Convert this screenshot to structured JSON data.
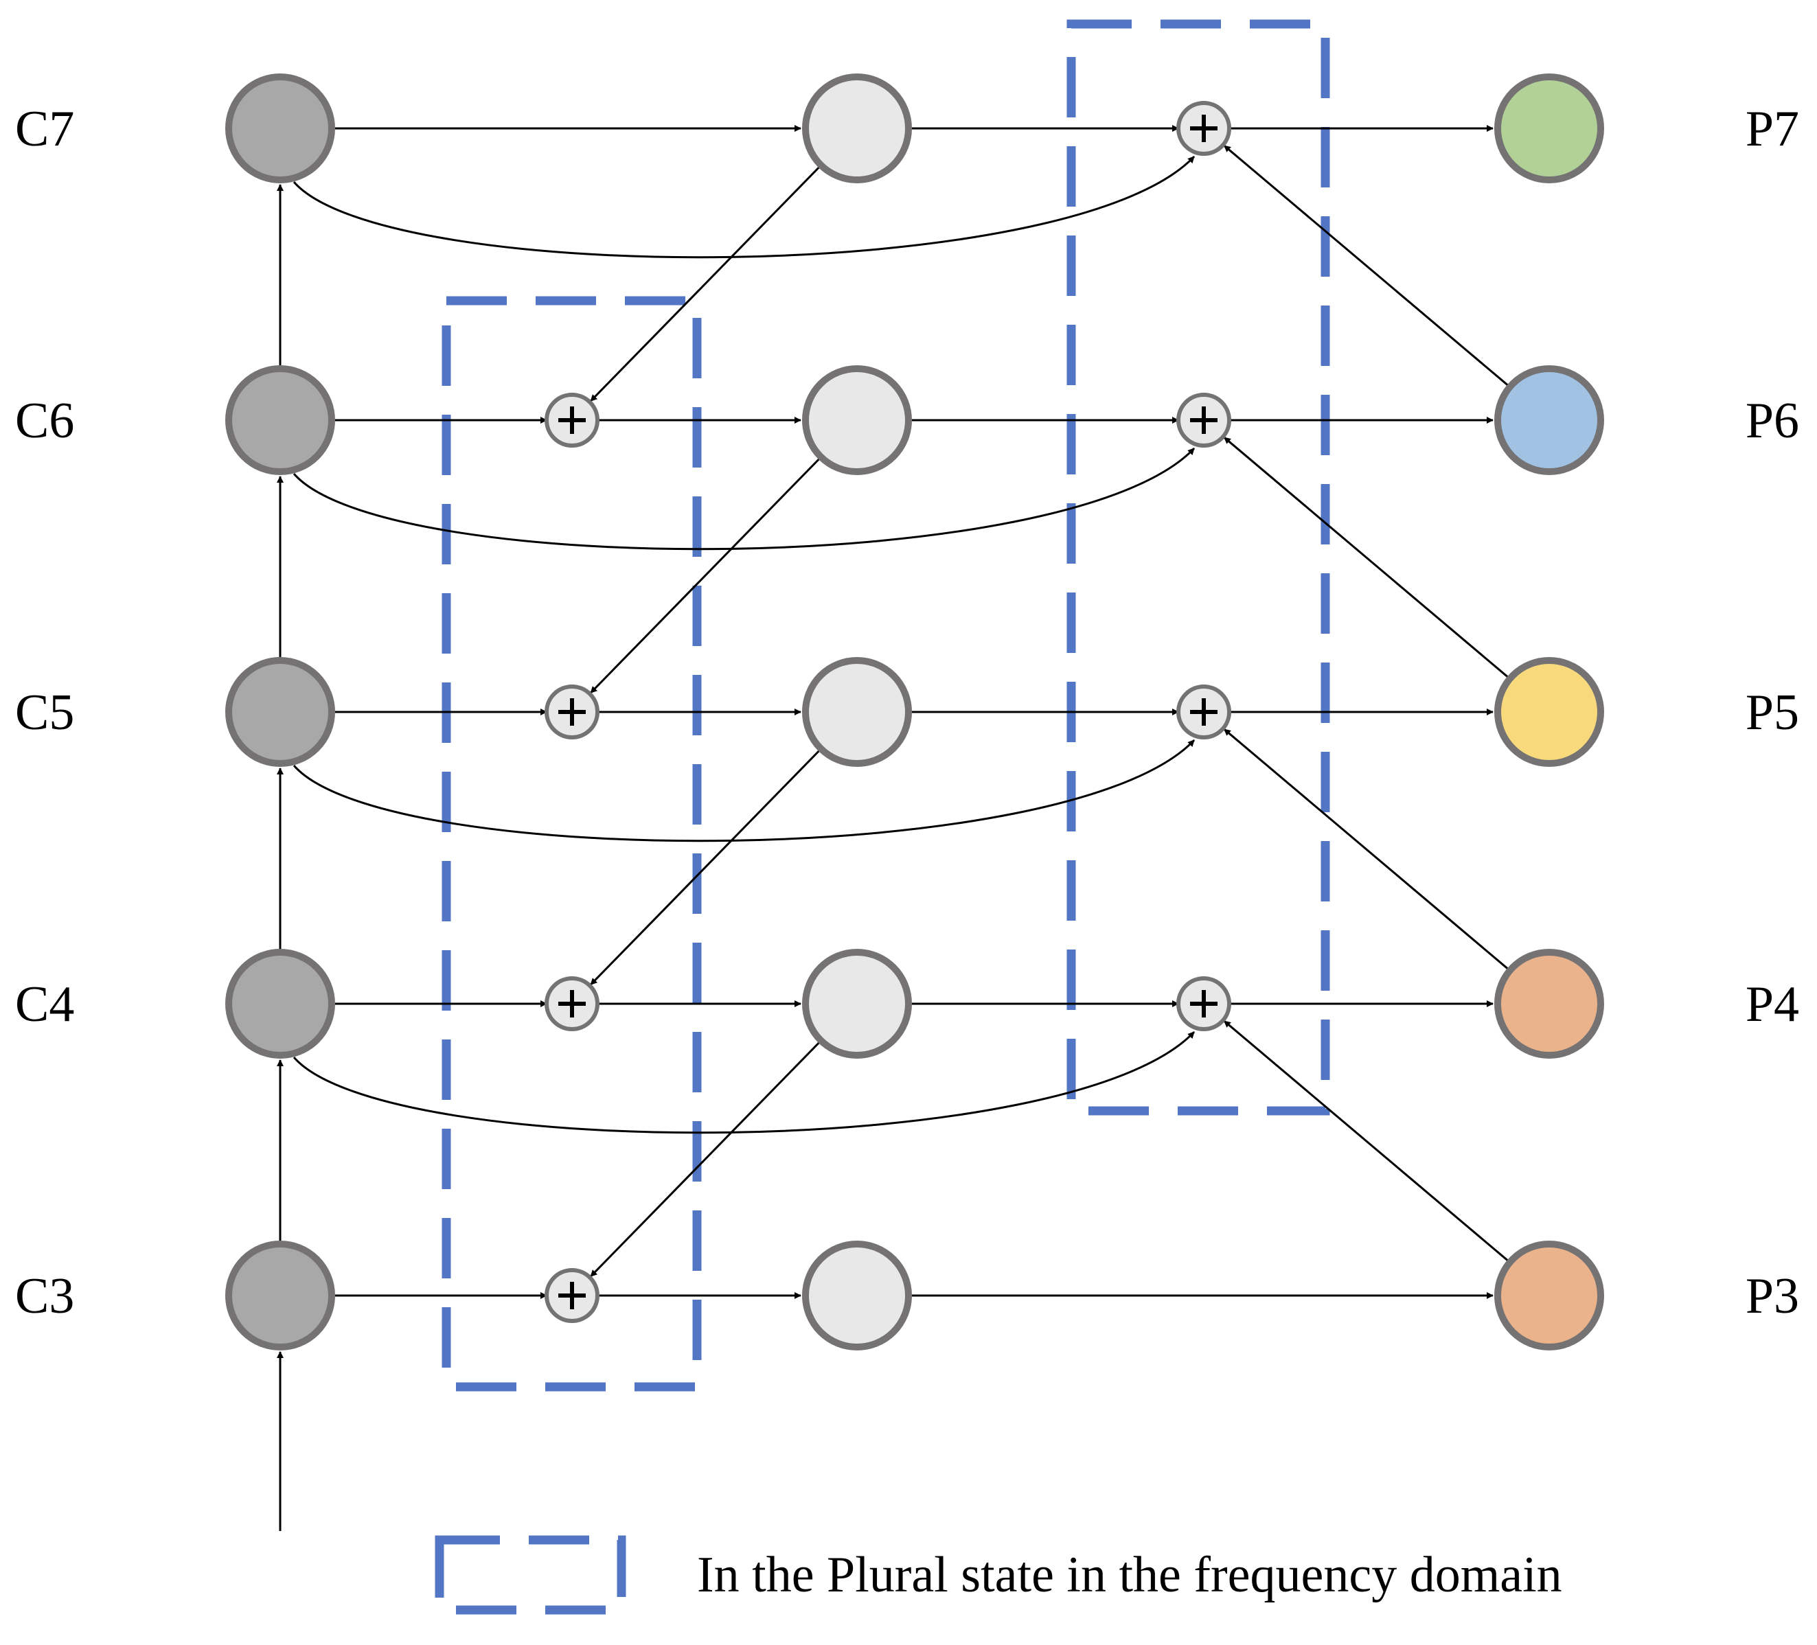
{
  "input_labels": [
    "C7",
    "C6",
    "C5",
    "C4",
    "C3"
  ],
  "output_labels": [
    "P7",
    "P6",
    "P5",
    "P4",
    "P3"
  ],
  "plus_symbol": "+",
  "legend": {
    "text": "In the Plural state in the frequency domain"
  },
  "colors": {
    "input_node": "#a9a8a8",
    "mid_node": "#e8e8e8",
    "node_stroke": "#747272",
    "dashed_box": "#5275c4",
    "output_nodes": [
      "#b2d196",
      "#a2c2e4",
      "#f8d97c",
      "#eab38c",
      "#eab38c"
    ]
  }
}
